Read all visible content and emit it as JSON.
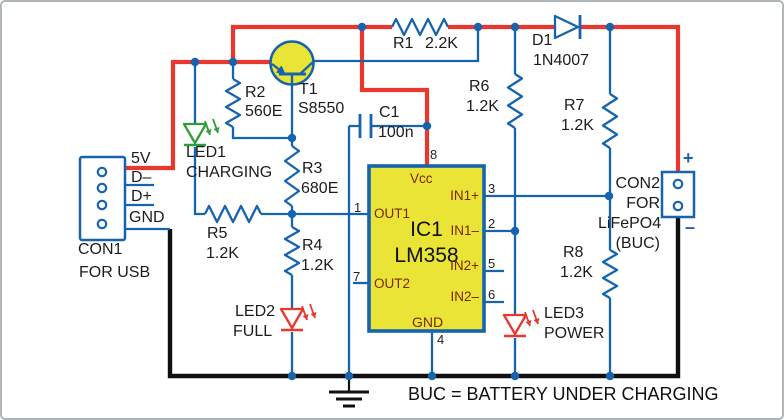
{
  "note": "BUC = BATTERY UNDER CHARGING",
  "colors": {
    "wire_red": "#e8372c",
    "wire_blue": "#1663ae",
    "component_yellow": "#e9e435",
    "led_green": "#2f9e38",
    "led_red": "#e8372c",
    "ground_black": "#101010",
    "ic_pin_text": "#7b2800",
    "label_text": "#1c1c1c"
  },
  "con1": {
    "name": "CON1",
    "desc": "FOR USB",
    "pin_5v": "5V",
    "pin_dminus": "D–",
    "pin_dplus": "D+",
    "pin_gnd": "GND"
  },
  "con2": {
    "name": "CON2",
    "desc1": "FOR",
    "desc2": "LiFePO4",
    "desc3": "(BUC)",
    "plus": "+",
    "minus": "–"
  },
  "t1": {
    "ref": "T1",
    "value": "S8550"
  },
  "r1": {
    "ref": "R1",
    "value": "2.2K"
  },
  "r2": {
    "ref": "R2",
    "value": "560E"
  },
  "r3": {
    "ref": "R3",
    "value": "680E"
  },
  "r4": {
    "ref": "R4",
    "value": "1.2K"
  },
  "r5": {
    "ref": "R5",
    "value": "1.2K"
  },
  "r6": {
    "ref": "R6",
    "value": "1.2K"
  },
  "r7": {
    "ref": "R7",
    "value": "1.2K"
  },
  "r8": {
    "ref": "R8",
    "value": "1.2K"
  },
  "c1": {
    "ref": "C1",
    "value": "100n"
  },
  "d1": {
    "ref": "D1",
    "value": "1N4007"
  },
  "led1": {
    "ref": "LED1",
    "label": "CHARGING"
  },
  "led2": {
    "ref": "LED2",
    "label": "FULL"
  },
  "led3": {
    "ref": "LED3",
    "label": "POWER"
  },
  "ic1": {
    "ref": "IC1",
    "part": "LM358",
    "pin_vcc": "Vcc",
    "pin_out1": "OUT1",
    "pin_out2": "OUT2",
    "pin_in1p": "IN1+",
    "pin_in1n": "IN1–",
    "pin_in2p": "IN2+",
    "pin_in2n": "IN2–",
    "pin_gnd": "GND",
    "num_vcc": "8",
    "num_out1": "1",
    "num_out2": "7",
    "num_in1p": "3",
    "num_in1n": "2",
    "num_in2p": "5",
    "num_in2n": "6",
    "num_gnd": "4"
  }
}
